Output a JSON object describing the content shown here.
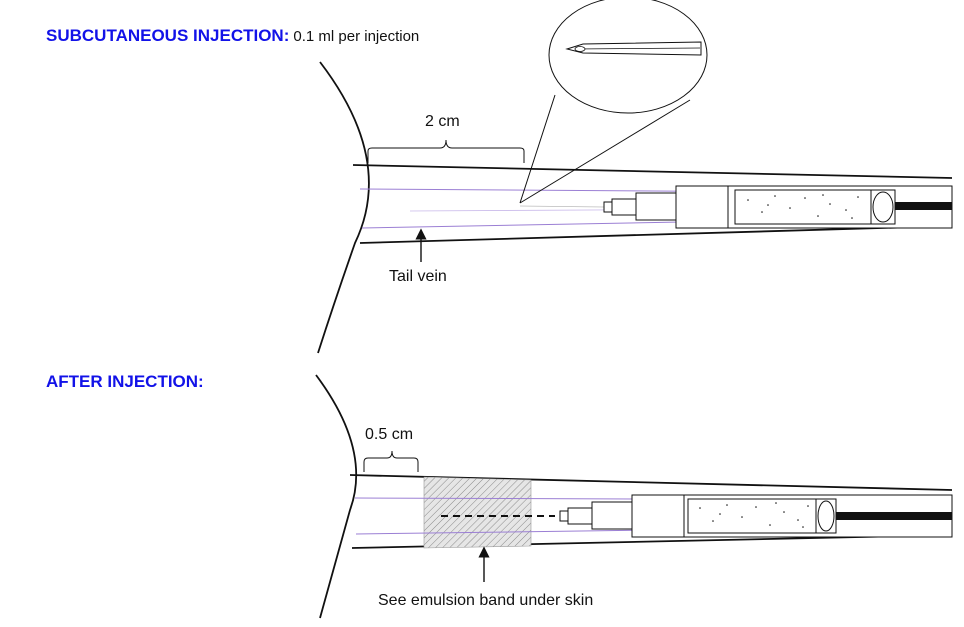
{
  "sections": [
    {
      "heading": "SUBCUTANEOUS INJECTION:",
      "heading_note": "0.1 ml per injection",
      "measure_label": "2 cm",
      "pointer_label": "Tail vein"
    },
    {
      "heading": "AFTER INJECTION:",
      "measure_label": "0.5 cm",
      "pointer_label": "See emulsion band under skin"
    }
  ],
  "colors": {
    "heading": "#1212e8",
    "vein_line": "#9b7fd4",
    "stroke": "#111111"
  }
}
